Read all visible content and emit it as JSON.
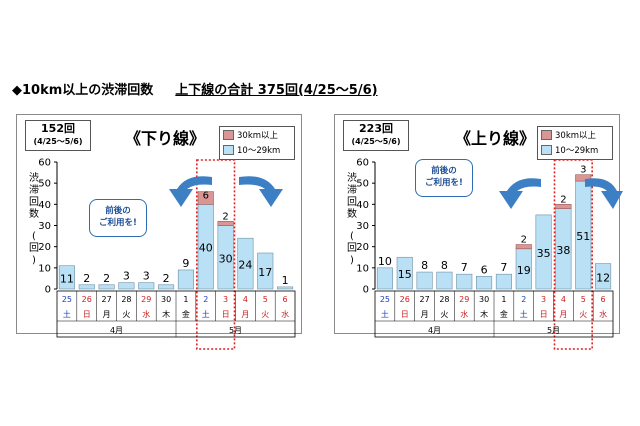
{
  "headline": {
    "prefix": "◆10km以上の渋滞回数",
    "summary": "上下線の合計 375回(4/25〜5/6)"
  },
  "colors": {
    "over30": "#d99694",
    "short": "#b9e0f4",
    "highlight": "#e02020",
    "arrow": "#3d7fc4"
  },
  "panels": [
    {
      "id": "down",
      "total": "152回",
      "range": "(4/25〜5/6)",
      "title": "《下り線》",
      "callout": [
        "前後の",
        "ご利用を!"
      ]
    },
    {
      "id": "up",
      "total": "223回",
      "range": "(4/25〜5/6)",
      "title": "《上り線》",
      "callout": [
        "前後の",
        "ご利用を!"
      ]
    }
  ],
  "legend": {
    "over30": "30km以上",
    "short": "10〜29km"
  },
  "ylabel": [
    "渋",
    "滞",
    "回",
    "数",
    "(",
    "回",
    ")"
  ],
  "chart_data": [
    {
      "type": "bar",
      "stacked": true,
      "categories": [
        "25",
        "26",
        "27",
        "28",
        "29",
        "30",
        "1",
        "2",
        "3",
        "4",
        "5",
        "6"
      ],
      "weekdays": [
        "土",
        "日",
        "月",
        "火",
        "水",
        "木",
        "金",
        "土",
        "日",
        "月",
        "火",
        "水"
      ],
      "months": [
        {
          "label": "4月",
          "from": 0,
          "to": 5
        },
        {
          "label": "5月",
          "from": 6,
          "to": 11
        }
      ],
      "series": [
        {
          "name": "10〜29km",
          "values": [
            11,
            2,
            2,
            3,
            3,
            2,
            9,
            40,
            30,
            24,
            17,
            1
          ]
        },
        {
          "name": "30km以上",
          "values": [
            0,
            0,
            0,
            0,
            0,
            0,
            0,
            6,
            2,
            0,
            0,
            0
          ]
        }
      ],
      "ylim": [
        0,
        60
      ],
      "yticks": [
        0,
        10,
        20,
        30,
        40,
        50,
        60
      ],
      "highlight": [
        7,
        8
      ]
    },
    {
      "type": "bar",
      "stacked": true,
      "categories": [
        "25",
        "26",
        "27",
        "28",
        "29",
        "30",
        "1",
        "2",
        "3",
        "4",
        "5",
        "6"
      ],
      "weekdays": [
        "土",
        "日",
        "月",
        "火",
        "水",
        "木",
        "金",
        "土",
        "日",
        "月",
        "火",
        "水"
      ],
      "months": [
        {
          "label": "4月",
          "from": 0,
          "to": 5
        },
        {
          "label": "5月",
          "from": 6,
          "to": 11
        }
      ],
      "series": [
        {
          "name": "10〜29km",
          "values": [
            10,
            15,
            8,
            8,
            7,
            6,
            7,
            19,
            35,
            38,
            51,
            12
          ]
        },
        {
          "name": "30km以上",
          "values": [
            0,
            0,
            0,
            0,
            0,
            0,
            0,
            2,
            0,
            2,
            3,
            0
          ]
        }
      ],
      "ylim": [
        0,
        60
      ],
      "yticks": [
        0,
        10,
        20,
        30,
        40,
        50,
        60
      ],
      "highlight": [
        9,
        10
      ]
    }
  ]
}
